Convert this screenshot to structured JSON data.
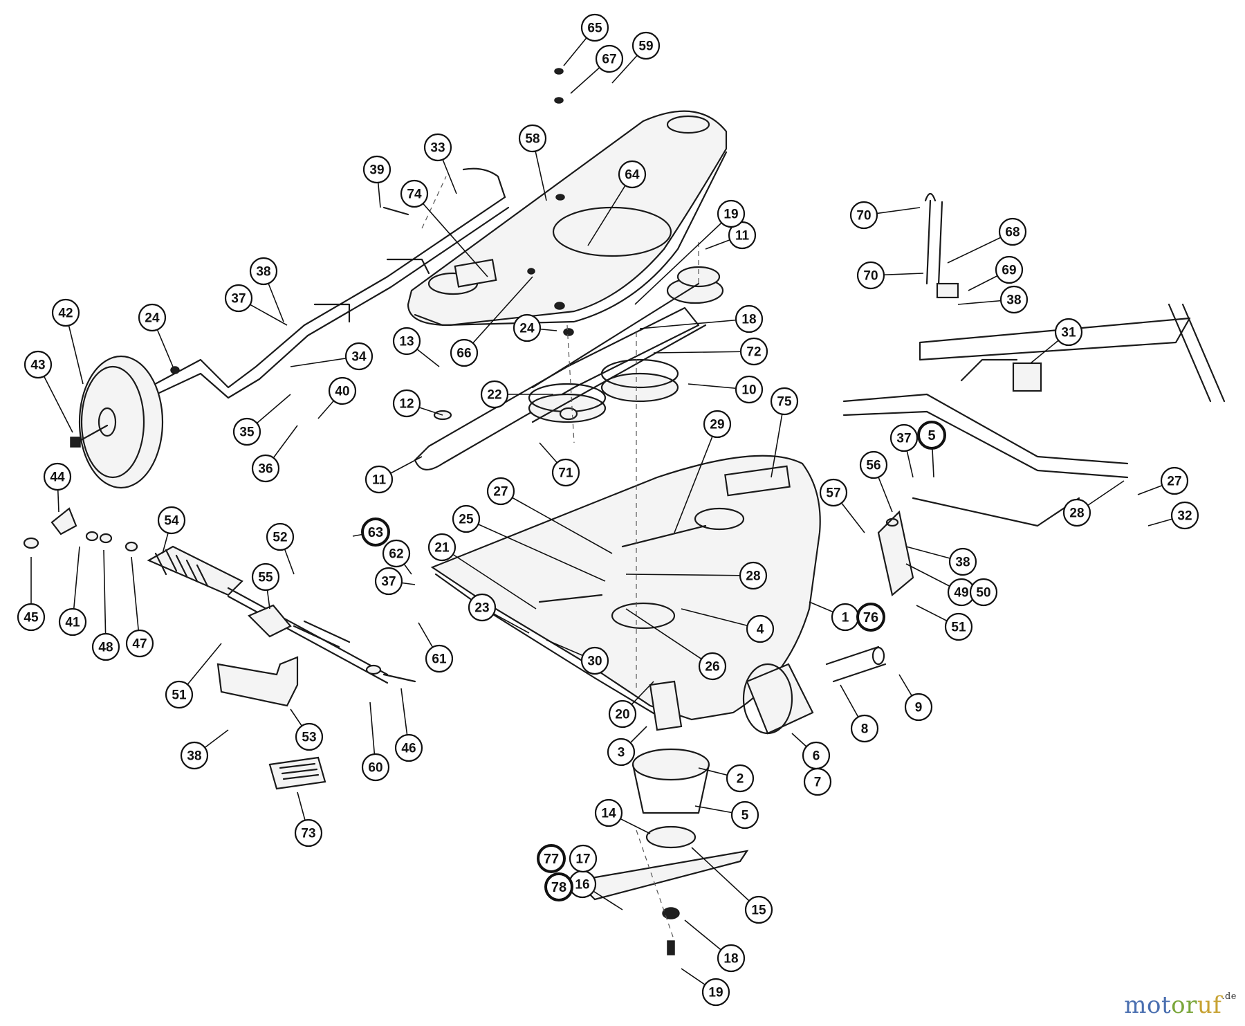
{
  "diagram": {
    "parts": [
      "1",
      "2",
      "3",
      "4",
      "5",
      "6",
      "7",
      "8",
      "9",
      "10",
      "11",
      "12",
      "13",
      "14",
      "15",
      "16",
      "17",
      "18",
      "19",
      "20",
      "21",
      "22",
      "23",
      "24",
      "25",
      "26",
      "27",
      "28",
      "29",
      "30",
      "31",
      "32",
      "33",
      "34",
      "35",
      "36",
      "37",
      "38",
      "39",
      "40",
      "41",
      "42",
      "43",
      "44",
      "45",
      "46",
      "47",
      "48",
      "49",
      "50",
      "51",
      "52",
      "53",
      "54",
      "55",
      "56",
      "57",
      "58",
      "59",
      "60",
      "61",
      "62",
      "63",
      "64",
      "65",
      "66",
      "67",
      "68",
      "69",
      "70",
      "71",
      "72",
      "73",
      "74",
      "75",
      "76",
      "77",
      "78"
    ],
    "emphasized_parts": [
      "5",
      "63",
      "76",
      "77",
      "78"
    ],
    "callout_style": "circled numbers"
  },
  "watermark": {
    "part1": "mot",
    "part2": "or",
    "part3": "uf",
    "suffix": ".de"
  }
}
